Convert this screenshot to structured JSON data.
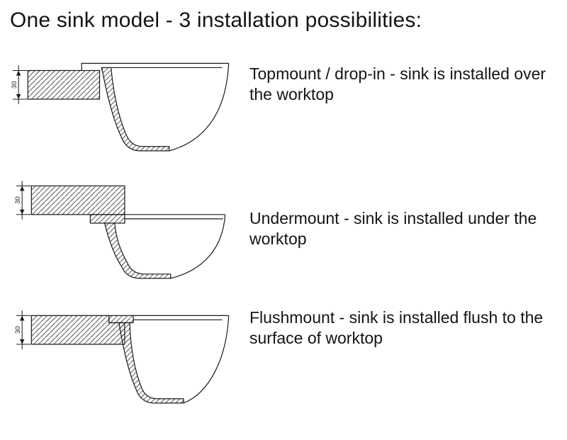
{
  "page": {
    "title": "One sink model - 3 installation possibilities:",
    "background_color": "#ffffff",
    "line_color": "#1c1c1c",
    "text_color": "#141414"
  },
  "diagrams": [
    {
      "id": "topmount",
      "dimension": "30",
      "description": "Topmount / drop-in - sink is installed over the worktop"
    },
    {
      "id": "undermount",
      "dimension": "30",
      "description": "Undermount - sink is installed under the worktop"
    },
    {
      "id": "flushmount",
      "dimension": "30",
      "description": "Flushmount - sink is installed flush to the surface of worktop"
    }
  ]
}
